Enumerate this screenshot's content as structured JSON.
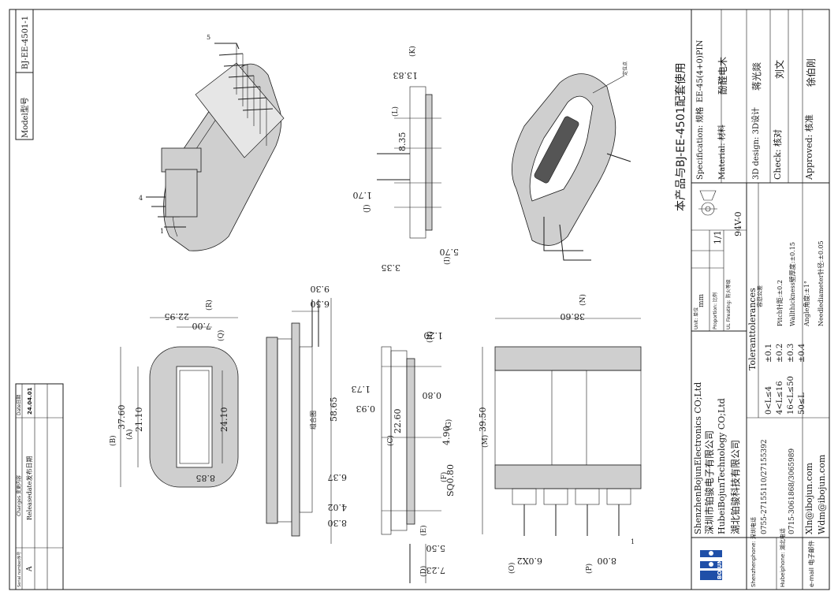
{
  "model_box": {
    "label": "Model型号",
    "value": "BJ-EE-4501-1"
  },
  "revision_table": {
    "headers": [
      "Serial number序号",
      "Changes 变更内容",
      "Date日期"
    ],
    "row": {
      "serial": "A",
      "change": "Releasedate发布日期",
      "date": "24.04.01"
    }
  },
  "title_block": {
    "company_cn_1": "ShenzhenBojunElectronics CO;Ltd",
    "company_cn_1b": "深圳市铂骏电子有限公司",
    "company_cn_2": "HubeiBojunTechnology CO;Ltd",
    "company_cn_2b": "湖北铂骏科技有限公司",
    "logo_text": "BOJUN",
    "shenzhen_phone_label": "Shenzhenphone: 深圳电话",
    "shenzhen_phone": "0755-27155110/27155392",
    "hubei_phone_label": "Hubeiphone: 湖北电话",
    "hubei_phone": "0715-3061868/3065989",
    "email_label": "e-mail 电子邮件",
    "email_1": "Xln@ibojun.com",
    "email_2": "Wdm@ibojun.com",
    "tolerance_title": "Toleranttolerances",
    "tolerance_title_cn": "容忍公差",
    "tolerances": [
      {
        "range": "0<L≤4",
        "value": "±0.1"
      },
      {
        "range": "4<L≤16",
        "value": "±0.2"
      },
      {
        "range": "16<L≤50",
        "value": "±0.3"
      },
      {
        "range": "50≤L",
        "value": "±0.4"
      }
    ],
    "other_tolerances": [
      "Pitch针距:±0.2",
      "Wallthickness壁厚度:±0.15",
      "Angle角度:±1°",
      "Needlediameter针径:±0.05"
    ],
    "unit_label": "Unit: 单位",
    "unit": "mm",
    "proportion_label": "Proportion: 比例",
    "proportion": "1/1",
    "fire_label": "UL Fireating: 防火等级",
    "fire": "94V-0",
    "spec_label": "Specification: 规格",
    "spec": "EE-45(4+0)PIN",
    "material_label": "Material: 材料",
    "material": "酚醛电木",
    "design_label": "3D design: 3D设计",
    "design": "蒋光燚",
    "check_label": "Check: 核对",
    "check": "刘文",
    "approved_label": "Approved: 核准",
    "approved": "徐伯刚",
    "paired_note": "本产品与BJ-EE-4501配套使用"
  },
  "drawing": {
    "assembly_label": "组合图",
    "mark_label": "定位点",
    "pin_numbers": [
      "5",
      "4",
      "1"
    ],
    "front_pin_number": "1",
    "dimensions": {
      "top_view": [
        "22.95",
        "(R)",
        "7.00",
        "(Q)",
        "37.60",
        "(B)",
        "21.10",
        "(A)",
        "24.10",
        "8.85"
      ],
      "side_view": [
        "9.30",
        "6.50",
        "58.65",
        "6.37",
        "4.02",
        "8.30"
      ],
      "middle_side": [
        "1.20",
        "(H)",
        "1.73",
        "0.80",
        "0.93",
        "22.60",
        "(C)",
        "4.90",
        "(G)",
        "SQ0.80",
        "(F)",
        "5.50",
        "(E)",
        "7.23",
        "(D)"
      ],
      "top_right": [
        "13.83",
        "(K)",
        "8.35",
        "(L)",
        "1.70",
        "(J)",
        "5.70",
        "(I)",
        "3.35"
      ],
      "front_view": [
        "38.60",
        "(N)",
        "39.50",
        "(M)",
        "6.0X2",
        "(O)",
        "8.00",
        "(P)"
      ]
    }
  }
}
